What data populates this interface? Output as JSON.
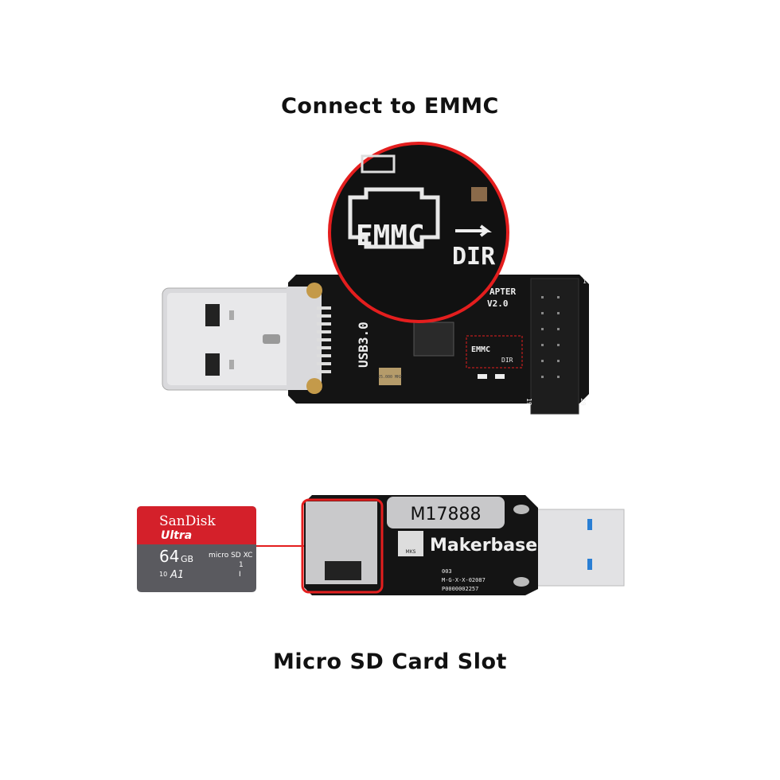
{
  "captions": {
    "top": "Connect to EMMC",
    "bottom": "Micro SD Card Slot"
  },
  "top_board": {
    "silkscreen_usb": "USB3.0",
    "silkscreen_adapter": "APTER",
    "silkscreen_version": "V2.0",
    "silkscreen_emmc": "EMMC",
    "silkscreen_dir": "DIR",
    "pin_1": "1",
    "pin_19": "19",
    "pin_20": "20",
    "crystal": "25.000 MHZ",
    "zoom_emmc": "EMMC",
    "zoom_dir": "DIR"
  },
  "bottom_board": {
    "label": "M17888",
    "brand": "Makerbase",
    "logo": "MKS",
    "code_1": "003",
    "code_2": "M-G-X-X-02087",
    "code_3": "P0000002257"
  },
  "sd_card": {
    "brand": "SanDisk",
    "line": "Ultra",
    "capacity": "64",
    "unit": "GB",
    "format": "micro SD XC",
    "speed_class": "1",
    "uhs": "I",
    "class": "10",
    "app_class": "A1"
  },
  "colors": {
    "highlight": "#e41e1e",
    "pcb": "#141414",
    "sd_red": "#d4202a",
    "sd_gray": "#5a5a5f"
  }
}
